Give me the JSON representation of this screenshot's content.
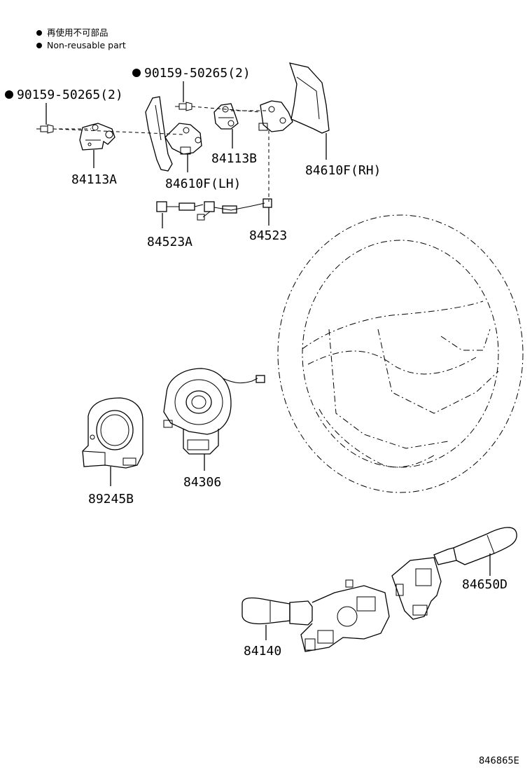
{
  "legend": {
    "line1": "再使用不可部品",
    "line2": "Non-reusable part"
  },
  "callouts": {
    "bolt_left": "90159-50265(2)",
    "bolt_right": "90159-50265(2)",
    "bracket_a": "84113A",
    "paddle_lh": "84610F(LH)",
    "bracket_b": "84113B",
    "paddle_rh": "84610F(RH)",
    "wire_a": "84523A",
    "wire": "84523",
    "cover": "89245B",
    "spiral_cable": "84306",
    "switch_lh": "84140",
    "switch_rh": "84650D"
  },
  "diagram_code": "846865E"
}
